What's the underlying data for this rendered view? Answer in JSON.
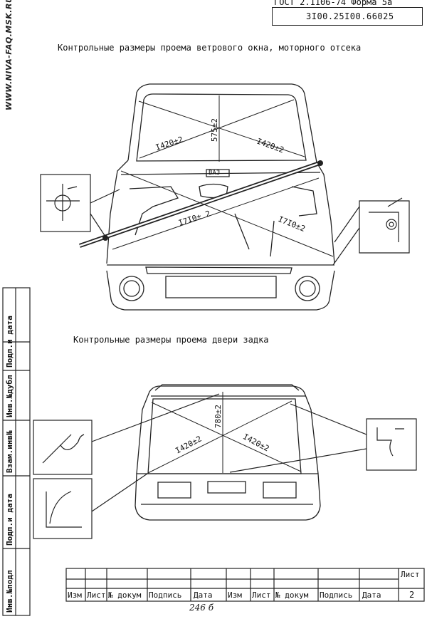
{
  "watermark": "WWW.NIVA-FAQ.MSK.RU",
  "header": {
    "standard_ref": "ГОСТ 2.1106-74  Форма 5а",
    "doc_code": "3I00.25I00.66025"
  },
  "section1": {
    "title": "Контрольные размеры проема ветрового окна, моторного отсека",
    "label_top": "ВАЗ",
    "dims": {
      "width_left": "I420±2",
      "height": "575±2",
      "width_right": "I420±2",
      "diag_long": "I7I0± 2",
      "diag_right": "I7I0±2"
    }
  },
  "section2": {
    "title": "Контрольные размеры проема двери задка",
    "dims": {
      "height": "780±2",
      "width_left": "I420±2",
      "width_right": "I420±2"
    }
  },
  "left_stamp": {
    "cells": [
      "Инв.№подл",
      "Подп.и дата",
      "Взам.инв№",
      "Инв.№дубл",
      "Подп.и дата"
    ]
  },
  "title_block": {
    "sheet_label": "Лист",
    "sheet_number": "2",
    "columns": [
      "Изм",
      "Лист",
      "№ докум",
      "Подпись",
      "Дата",
      "Изм",
      "Лист",
      "№ докум",
      "Подпись",
      "Дата"
    ]
  },
  "page_number": "246 б"
}
